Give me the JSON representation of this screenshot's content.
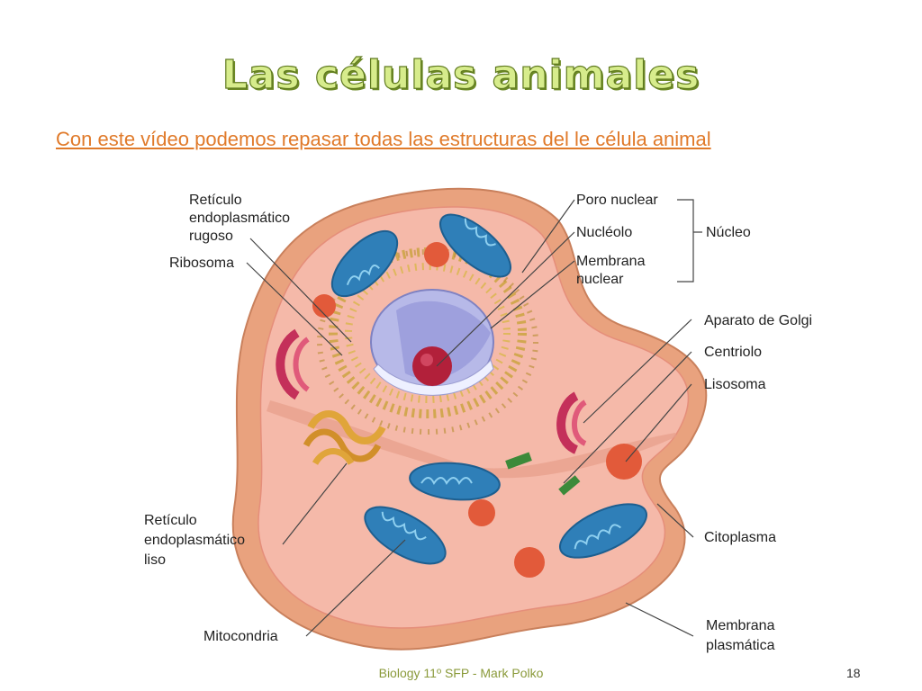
{
  "slide": {
    "title": "Las células animales",
    "link_text": "Con este vídeo podemos repasar todas las estructuras del le célula animal",
    "footer": "Biology 11º SFP - Mark Polko",
    "page_number": "18"
  },
  "colors": {
    "title_fill": "#d7ec8c",
    "title_outline": "#5f7a1f",
    "link": "#e07a2a",
    "footer": "#8a9a3a",
    "membrane": "#e9a27e",
    "cytoplasm": "#f5b9a9",
    "mitochondria": "#2f7fb8",
    "nucleus": "#b7b9e8",
    "nucleolus": "#b2203a",
    "lysosome": "#e25a3a",
    "golgi": "#c4305a"
  },
  "labels": {
    "ret_rugoso": [
      "Retículo",
      "endoplasmático",
      "rugoso"
    ],
    "ribosoma": "Ribosoma",
    "poro_nuclear": "Poro nuclear",
    "nucleolo": "Nucléolo",
    "membrana_nuclear": [
      "Membrana",
      "nuclear"
    ],
    "nucleo": "Núcleo",
    "golgi": "Aparato de Golgi",
    "centriolo": "Centriolo",
    "lisosoma": "Lisosoma",
    "ret_liso": [
      "Retículo",
      "endoplasmático",
      "liso"
    ],
    "citoplasma": "Citoplasma",
    "mitocondria": "Mitocondria",
    "membrana_plasmatica": [
      "Membrana",
      "plasmática"
    ]
  }
}
